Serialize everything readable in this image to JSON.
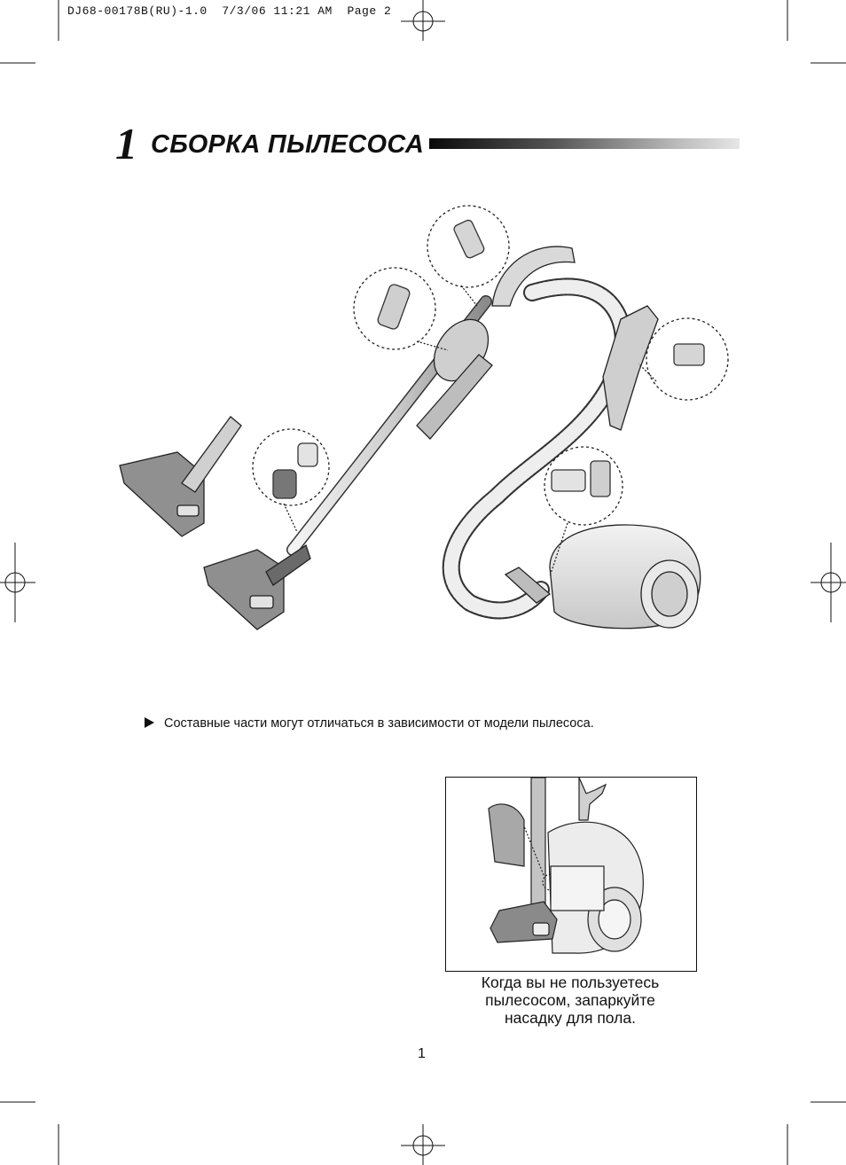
{
  "print_header": "DJ68-00178B(RU)-1.0  7/3/06 11:21 AM  Page 2",
  "chapter": {
    "number": "1",
    "title": "СБОРКА ПЫЛЕСОСА"
  },
  "note": {
    "bullet_icon": "triangle-right-icon",
    "text": "Составные части могут отличаться в зависимости от модели пылесоса."
  },
  "parking": {
    "caption_lines": [
      "Когда вы не пользуетесь",
      "пылесосом, запаркуйте",
      "насадку для пола."
    ]
  },
  "page_number": "1"
}
